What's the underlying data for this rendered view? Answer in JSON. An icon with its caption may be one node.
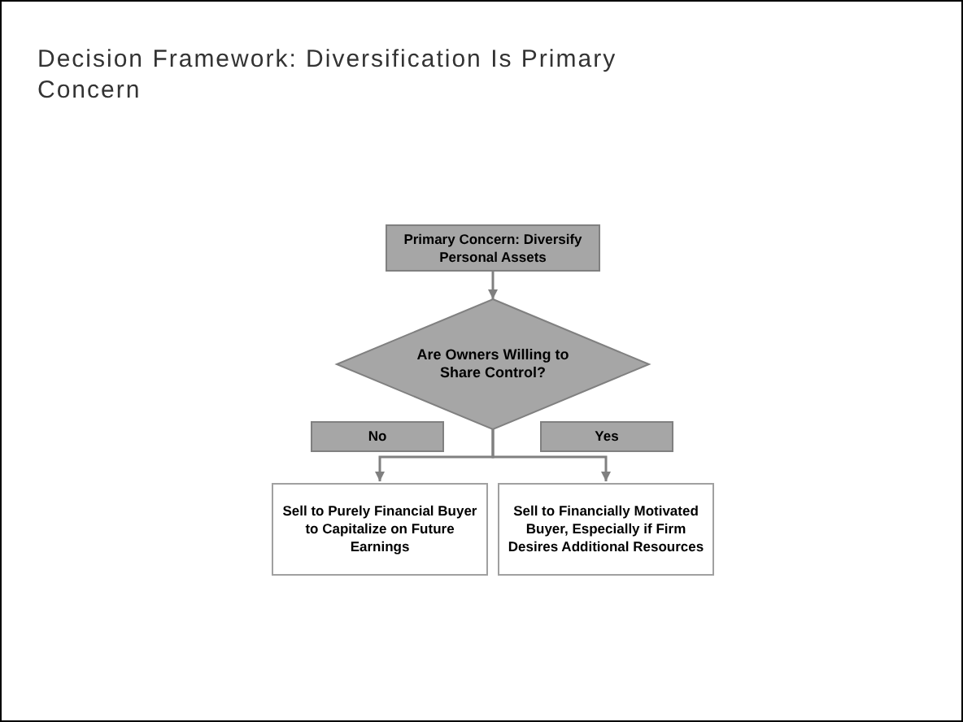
{
  "diagram": {
    "title": "Decision Framework: Diversification Is Primary Concern",
    "nodes": [
      {
        "text": [
          "Primary Concern: Diversify Personal Assets"
        ]
      },
      {
        "text": [
          "Are Owners Willing to Share Control?"
        ]
      },
      {
        "text": [
          "Sell to Purely Financial Buyer to Capitalize on Future Earnings"
        ]
      },
      {
        "text": [
          "Sell to Financially Motivated Buyer, Especially if Firm Desires Additional Resources"
        ]
      }
    ],
    "edges": [
      {
        "from": 0,
        "to": 1,
        "arrow": "to"
      },
      {
        "from": 1,
        "to": 2,
        "arrow": "to",
        "label": "No"
      },
      {
        "from": 1,
        "to": 3,
        "arrow": "to",
        "label": "Yes"
      }
    ]
  }
}
